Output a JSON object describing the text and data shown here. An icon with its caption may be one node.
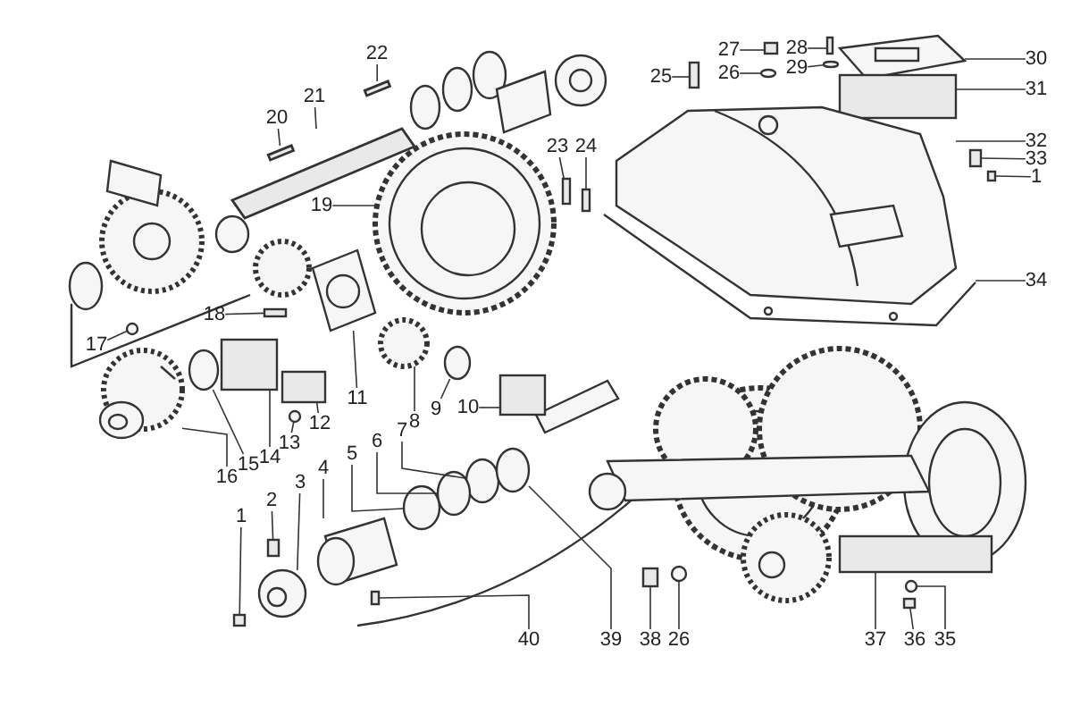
{
  "diagram": {
    "nodes": [
      {
        "text": [
          "20"
        ]
      },
      {
        "text": [
          "21"
        ]
      },
      {
        "text": [
          "22"
        ]
      },
      {
        "text": [
          "19"
        ]
      },
      {
        "text": [
          "23"
        ]
      },
      {
        "text": [
          "24"
        ]
      },
      {
        "text": [
          "25"
        ]
      },
      {
        "text": [
          "27"
        ]
      },
      {
        "text": [
          "26"
        ]
      },
      {
        "text": [
          "28"
        ]
      },
      {
        "text": [
          "29"
        ]
      },
      {
        "text": [
          "30"
        ]
      },
      {
        "text": [
          "31"
        ]
      },
      {
        "text": [
          "32"
        ]
      },
      {
        "text": [
          "33"
        ]
      },
      {
        "text": [
          "1"
        ]
      },
      {
        "text": [
          "34"
        ]
      },
      {
        "text": [
          "18"
        ]
      },
      {
        "text": [
          "17"
        ]
      },
      {
        "text": [
          "11"
        ]
      },
      {
        "text": [
          "10"
        ]
      },
      {
        "text": [
          "9"
        ]
      },
      {
        "text": [
          "8"
        ]
      },
      {
        "text": [
          "12"
        ]
      },
      {
        "text": [
          "13"
        ]
      },
      {
        "text": [
          "14"
        ]
      },
      {
        "text": [
          "15"
        ]
      },
      {
        "text": [
          "16"
        ]
      },
      {
        "text": [
          "7"
        ]
      },
      {
        "text": [
          "6"
        ]
      },
      {
        "text": [
          "5"
        ]
      },
      {
        "text": [
          "4"
        ]
      },
      {
        "text": [
          "3"
        ]
      },
      {
        "text": [
          "2"
        ]
      },
      {
        "text": [
          "1"
        ]
      },
      {
        "text": [
          "40"
        ]
      },
      {
        "text": [
          "39"
        ]
      },
      {
        "text": [
          "38"
        ]
      },
      {
        "text": [
          "26"
        ]
      },
      {
        "text": [
          "37"
        ]
      },
      {
        "text": [
          "36"
        ]
      },
      {
        "text": [
          "35"
        ]
      },
      {
        "text": [],
        "shape": "bar"
      },
      {
        "text": [],
        "shape": "bar"
      },
      {
        "text": [],
        "shape": "bar"
      },
      {
        "text": [],
        "shape": "picture"
      },
      {
        "text": [],
        "shape": "box"
      },
      {
        "text": [],
        "shape": "box"
      },
      {
        "text": [],
        "shape": "box"
      },
      {
        "text": [],
        "shape": "box"
      },
      {
        "text": [],
        "shape": "circle"
      },
      {
        "text": [],
        "shape": "box"
      },
      {
        "text": [],
        "shape": "circle"
      },
      {
        "text": [],
        "shape": "picture"
      },
      {
        "text": [],
        "shape": "box"
      },
      {
        "text": [],
        "shape": "picture"
      },
      {
        "text": [],
        "shape": "box"
      },
      {
        "text": [],
        "shape": "box"
      },
      {
        "text": [],
        "shape": "picture"
      },
      {
        "text": [],
        "shape": "box"
      },
      {
        "text": [],
        "shape": "circle"
      },
      {
        "text": [],
        "shape": "picture"
      },
      {
        "text": [],
        "shape": "box"
      },
      {
        "text": [],
        "shape": "circle"
      },
      {
        "text": [],
        "shape": "picture"
      },
      {
        "text": [],
        "shape": "box"
      },
      {
        "text": [],
        "shape": "circle"
      },
      {
        "text": [],
        "shape": "box"
      },
      {
        "text": [],
        "shape": "circle"
      },
      {
        "text": [],
        "shape": "picture"
      },
      {
        "text": [],
        "shape": "circle"
      },
      {
        "text": [],
        "shape": "circle"
      },
      {
        "text": [],
        "shape": "circle"
      },
      {
        "text": [],
        "shape": "picture"
      },
      {
        "text": [],
        "shape": "picture"
      },
      {
        "text": [],
        "shape": "box"
      },
      {
        "text": [],
        "shape": "box"
      },
      {
        "text": [],
        "shape": "box"
      },
      {
        "text": [],
        "shape": "circle"
      },
      {
        "text": [],
        "shape": "box"
      },
      {
        "text": [],
        "shape": "circle"
      },
      {
        "text": [],
        "shape": "box"
      },
      {
        "text": [],
        "shape": "box"
      },
      {
        "text": [],
        "shape": "circle"
      }
    ],
    "edges": [
      {
        "from": 0,
        "to": 42,
        "arrow": "none"
      },
      {
        "from": 1,
        "to": 43,
        "arrow": "none"
      },
      {
        "from": 2,
        "to": 44,
        "arrow": "none"
      },
      {
        "from": 3,
        "to": 45,
        "arrow": "none"
      },
      {
        "from": 4,
        "to": 46,
        "arrow": "none"
      },
      {
        "from": 5,
        "to": 47,
        "arrow": "none"
      },
      {
        "from": 6,
        "to": 48,
        "arrow": "none"
      },
      {
        "from": 7,
        "to": 49,
        "arrow": "none"
      },
      {
        "from": 8,
        "to": 50,
        "arrow": "none"
      },
      {
        "from": 9,
        "to": 51,
        "arrow": "none"
      },
      {
        "from": 10,
        "to": 52,
        "arrow": "none"
      },
      {
        "from": 11,
        "to": 53,
        "arrow": "none"
      },
      {
        "from": 12,
        "to": 54,
        "arrow": "none"
      },
      {
        "from": 13,
        "to": 55,
        "arrow": "none"
      },
      {
        "from": 14,
        "to": 56,
        "arrow": "none"
      },
      {
        "from": 15,
        "to": 57,
        "arrow": "none"
      },
      {
        "from": 16,
        "to": 58,
        "arrow": "none"
      },
      {
        "from": 17,
        "to": 59,
        "arrow": "none"
      },
      {
        "from": 18,
        "to": 60,
        "arrow": "none"
      },
      {
        "from": 19,
        "to": 61,
        "arrow": "none"
      },
      {
        "from": 20,
        "to": 62,
        "arrow": "none"
      },
      {
        "from": 21,
        "to": 63,
        "arrow": "none"
      },
      {
        "from": 22,
        "to": 64,
        "arrow": "none"
      },
      {
        "from": 23,
        "to": 65,
        "arrow": "none"
      },
      {
        "from": 24,
        "to": 66,
        "arrow": "none"
      },
      {
        "from": 25,
        "to": 67,
        "arrow": "none"
      },
      {
        "from": 26,
        "to": 68,
        "arrow": "none"
      },
      {
        "from": 27,
        "to": 69,
        "arrow": "none"
      },
      {
        "from": 28,
        "to": 70,
        "arrow": "none"
      },
      {
        "from": 29,
        "to": 71,
        "arrow": "none"
      },
      {
        "from": 30,
        "to": 72,
        "arrow": "none"
      },
      {
        "from": 31,
        "to": 73,
        "arrow": "none"
      },
      {
        "from": 32,
        "to": 74,
        "arrow": "none"
      },
      {
        "from": 33,
        "to": 75,
        "arrow": "none"
      },
      {
        "from": 34,
        "to": 76,
        "arrow": "none"
      },
      {
        "from": 35,
        "to": 77,
        "arrow": "none"
      },
      {
        "from": 36,
        "to": 78,
        "arrow": "none"
      },
      {
        "from": 37,
        "to": 79,
        "arrow": "none"
      },
      {
        "from": 38,
        "to": 80,
        "arrow": "none"
      },
      {
        "from": 39,
        "to": 81,
        "arrow": "none"
      },
      {
        "from": 40,
        "to": 82,
        "arrow": "none"
      },
      {
        "from": 41,
        "to": 83,
        "arrow": "none"
      }
    ]
  }
}
